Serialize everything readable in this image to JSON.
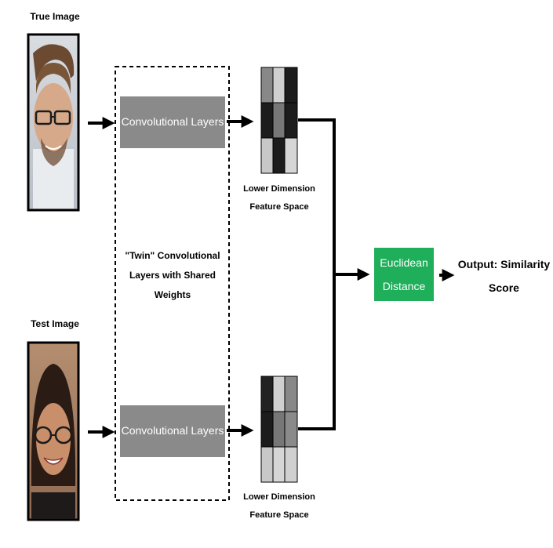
{
  "inputs": {
    "true_label": "True Image",
    "test_label": "Test Image"
  },
  "conv": {
    "top_label": "Convolutional Layers",
    "bottom_label": "Convolutional Layers",
    "twin_label_1": "\"Twin\" Convolutional",
    "twin_label_2": "Layers with Shared",
    "twin_label_3": "Weights"
  },
  "feature": {
    "top_label_1": "Lower Dimension",
    "top_label_2": "Feature Space",
    "bottom_label_1": "Lower Dimension",
    "bottom_label_2": "Feature Space"
  },
  "distance": {
    "label_1": "Euclidean",
    "label_2": "Distance"
  },
  "output": {
    "label_1": "Output: Similarity",
    "label_2": "Score"
  },
  "colors": {
    "conv_box": "#8a8a8a",
    "euclidean_box": "#1fae5a",
    "arrow": "#000000"
  }
}
